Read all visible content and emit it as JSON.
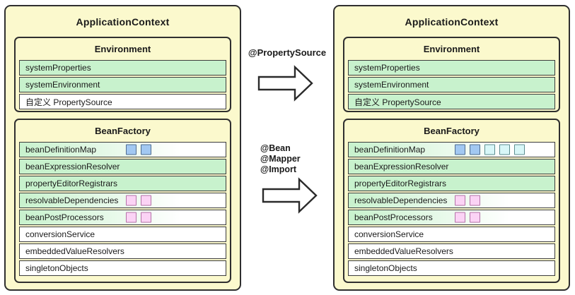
{
  "colors": {
    "panel_bg": "#fbf9cd",
    "line": "#2f2f2f",
    "text": "#1a1a1a",
    "green": "#c8f2cd",
    "blue_sq": "#a2c8f2",
    "blue_sq_border": "#4f6b8f",
    "cyan_sq": "#d8f7f8",
    "cyan_sq_border": "#5b8d90",
    "pink_sq": "#fbd3f5",
    "pink_sq_border": "#b472a8",
    "arrow_stroke": "#2a2a2a",
    "arrow_fill": "#ffffff"
  },
  "panels": [
    {
      "title": "ApplicationContext",
      "environment": {
        "title": "Environment",
        "rows": [
          {
            "label": "systemProperties",
            "fill": "green",
            "squares": []
          },
          {
            "label": "systemEnvironment",
            "fill": "green",
            "squares": []
          },
          {
            "label": "自定义 PropertySource",
            "fill": "white",
            "squares": []
          }
        ]
      },
      "beanFactory": {
        "title": "BeanFactory",
        "rows": [
          {
            "label": "beanDefinitionMap",
            "fill": "fade",
            "squares": [
              "blue",
              "blue"
            ]
          },
          {
            "label": "beanExpressionResolver",
            "fill": "green",
            "squares": []
          },
          {
            "label": "propertyEditorRegistrars",
            "fill": "green",
            "squares": []
          },
          {
            "label": "resolvableDependencies",
            "fill": "fade",
            "squares": [
              "pink",
              "pink"
            ]
          },
          {
            "label": "beanPostProcessors",
            "fill": "fade",
            "squares": [
              "pink",
              "pink"
            ]
          },
          {
            "label": "conversionService",
            "fill": "white",
            "squares": []
          },
          {
            "label": "embeddedValueResolvers",
            "fill": "white",
            "squares": []
          },
          {
            "label": "singletonObjects",
            "fill": "white",
            "squares": []
          }
        ]
      }
    },
    {
      "title": "ApplicationContext",
      "environment": {
        "title": "Environment",
        "rows": [
          {
            "label": "systemProperties",
            "fill": "green",
            "squares": []
          },
          {
            "label": "systemEnvironment",
            "fill": "green",
            "squares": []
          },
          {
            "label": "自定义 PropertySource",
            "fill": "green",
            "squares": []
          }
        ]
      },
      "beanFactory": {
        "title": "BeanFactory",
        "rows": [
          {
            "label": "beanDefinitionMap",
            "fill": "fade",
            "squares": [
              "blue",
              "blue",
              "cyan",
              "cyan",
              "cyan"
            ]
          },
          {
            "label": "beanExpressionResolver",
            "fill": "green",
            "squares": []
          },
          {
            "label": "propertyEditorRegistrars",
            "fill": "green",
            "squares": []
          },
          {
            "label": "resolvableDependencies",
            "fill": "fade",
            "squares": [
              "pink",
              "pink"
            ]
          },
          {
            "label": "beanPostProcessors",
            "fill": "fade",
            "squares": [
              "pink",
              "pink"
            ]
          },
          {
            "label": "conversionService",
            "fill": "white",
            "squares": []
          },
          {
            "label": "embeddedValueResolvers",
            "fill": "white",
            "squares": []
          },
          {
            "label": "singletonObjects",
            "fill": "white",
            "squares": []
          }
        ]
      }
    }
  ],
  "middle": {
    "top_label": "@PropertySource",
    "bottom_labels": [
      "@Bean",
      "@Mapper",
      "@Import"
    ]
  }
}
